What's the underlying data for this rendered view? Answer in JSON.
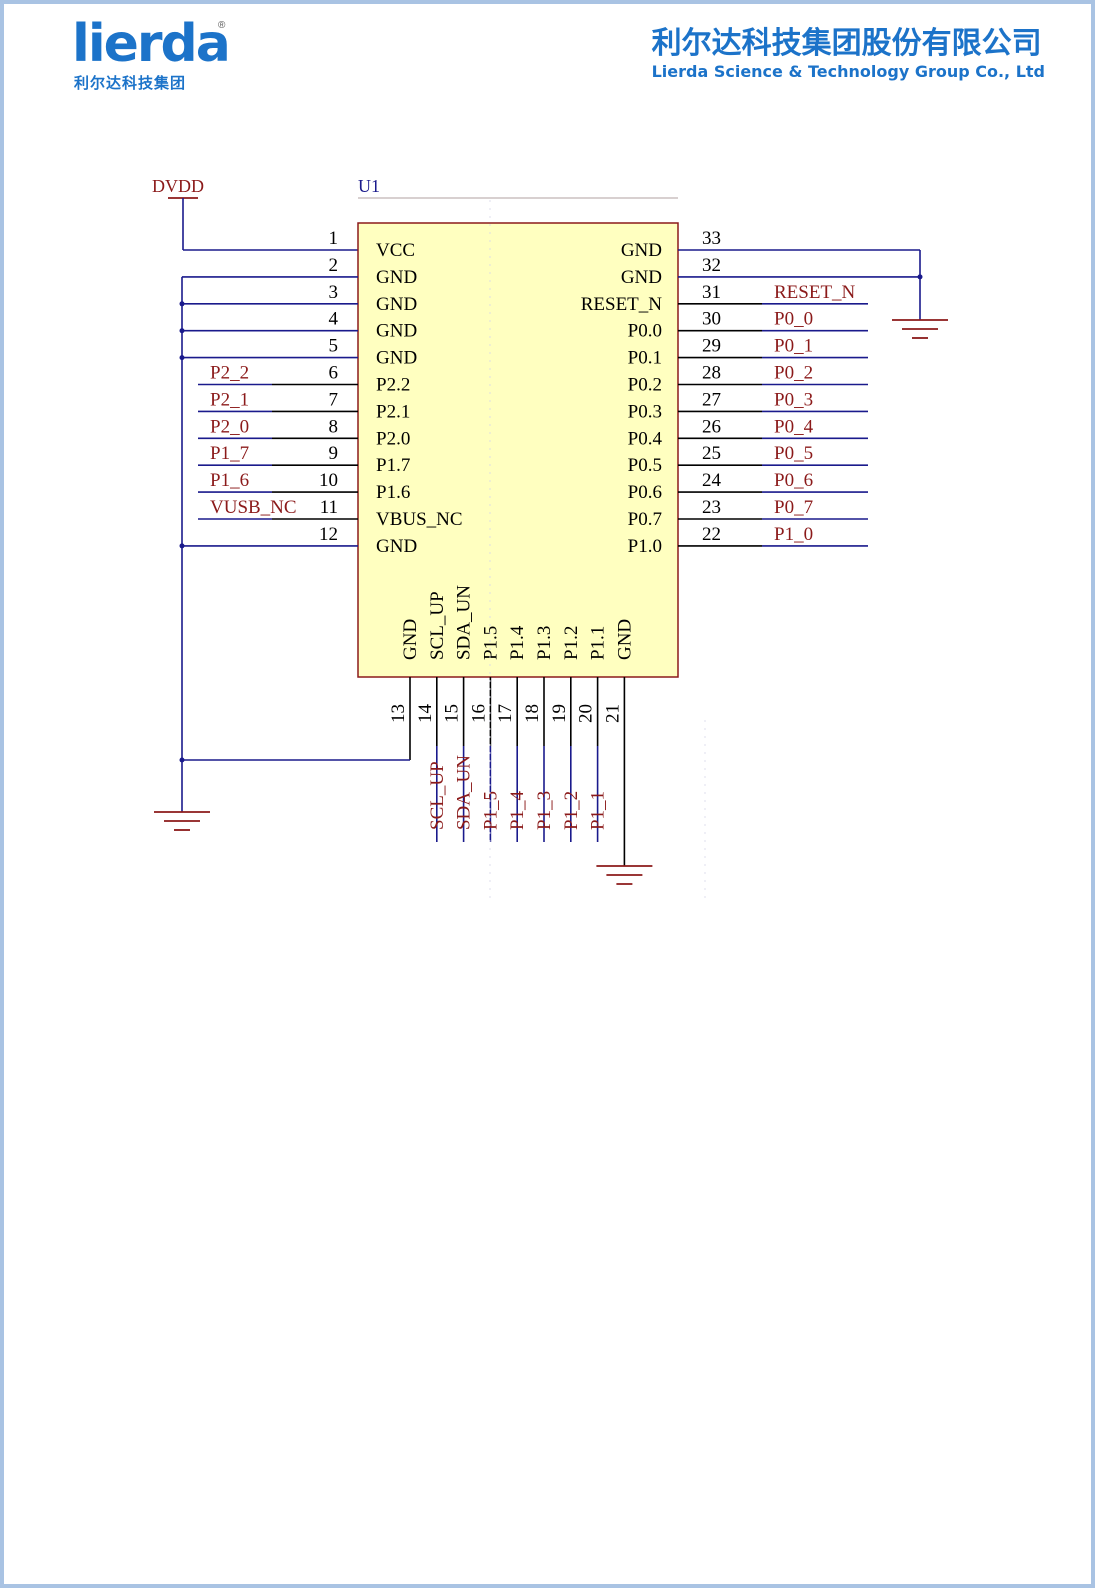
{
  "header": {
    "logo_word": "lierda",
    "logo_cn": "利尔达科技集团",
    "logo_mark": "®",
    "company_cn": "利尔达科技集团股份有限公司",
    "company_en": "Lierda Science & Technology Group Co., Ltd"
  },
  "schematic": {
    "component_ref": "U1",
    "power_net": "DVDD",
    "left_pins": [
      {
        "num": "1",
        "name": "VCC",
        "net": ""
      },
      {
        "num": "2",
        "name": "GND",
        "net": ""
      },
      {
        "num": "3",
        "name": "GND",
        "net": ""
      },
      {
        "num": "4",
        "name": "GND",
        "net": ""
      },
      {
        "num": "5",
        "name": "GND",
        "net": ""
      },
      {
        "num": "6",
        "name": "P2.2",
        "net": "P2_2"
      },
      {
        "num": "7",
        "name": "P2.1",
        "net": "P2_1"
      },
      {
        "num": "8",
        "name": "P2.0",
        "net": "P2_0"
      },
      {
        "num": "9",
        "name": "P1.7",
        "net": "P1_7"
      },
      {
        "num": "10",
        "name": "P1.6",
        "net": "P1_6"
      },
      {
        "num": "11",
        "name": "VBUS_NC",
        "net": "VUSB_NC"
      },
      {
        "num": "12",
        "name": "GND",
        "net": ""
      }
    ],
    "right_pins": [
      {
        "num": "33",
        "name": "GND",
        "net": ""
      },
      {
        "num": "32",
        "name": "GND",
        "net": ""
      },
      {
        "num": "31",
        "name": "RESET_N",
        "net": "RESET_N"
      },
      {
        "num": "30",
        "name": "P0.0",
        "net": "P0_0"
      },
      {
        "num": "29",
        "name": "P0.1",
        "net": "P0_1"
      },
      {
        "num": "28",
        "name": "P0.2",
        "net": "P0_2"
      },
      {
        "num": "27",
        "name": "P0.3",
        "net": "P0_3"
      },
      {
        "num": "26",
        "name": "P0.4",
        "net": "P0_4"
      },
      {
        "num": "25",
        "name": "P0.5",
        "net": "P0_5"
      },
      {
        "num": "24",
        "name": "P0.6",
        "net": "P0_6"
      },
      {
        "num": "23",
        "name": "P0.7",
        "net": "P0_7"
      },
      {
        "num": "22",
        "name": "P1.0",
        "net": "P1_0"
      }
    ],
    "bottom_pins": [
      {
        "num": "13",
        "name": "GND",
        "net": ""
      },
      {
        "num": "14",
        "name": "SCL_UP",
        "net": "SCL_UP"
      },
      {
        "num": "15",
        "name": "SDA_UN",
        "net": "SDA_UN"
      },
      {
        "num": "16",
        "name": "P1.5",
        "net": "P1_5"
      },
      {
        "num": "17",
        "name": "P1.4",
        "net": "P1_4"
      },
      {
        "num": "18",
        "name": "P1.3",
        "net": "P1_3"
      },
      {
        "num": "19",
        "name": "P1.2",
        "net": "P1_2"
      },
      {
        "num": "20",
        "name": "P1.1",
        "net": "P1_1"
      },
      {
        "num": "21",
        "name": "GND",
        "net": ""
      }
    ],
    "colors": {
      "wire": "#1a1a8c",
      "net_label": "#8b1a1a",
      "body_fill": "#ffffc0",
      "body_stroke": "#8b1a1a",
      "text": "#000000"
    }
  }
}
